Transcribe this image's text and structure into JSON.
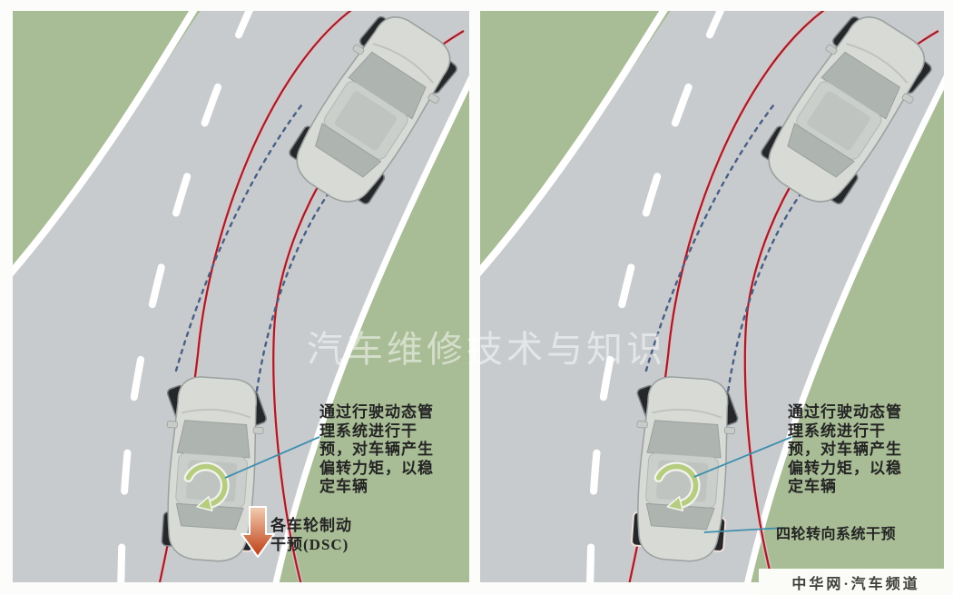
{
  "colors": {
    "grass": "#a8bc95",
    "road": "#c8cbce",
    "lane_white": "#ffffff",
    "actual_path_red": "#9e1f2e",
    "corrected_path_blue": "#4a5f85",
    "pointer_teal": "#3f8fae",
    "yaw_arrow_green": "#b6cd7f",
    "brake_wheel_red": "#c23131",
    "brake_arrow_light": "#f2cdb2",
    "brake_arrow_dark": "#bd3d12",
    "car_body": "#d8dad6",
    "tire_dark": "#26272a"
  },
  "panels": [
    {
      "name": "dsc-brake-intervention",
      "main_annotation": "通过行驶动态管\n理系统进行干\n预，对车辆产生\n偏转力矩，以稳\n定车辆",
      "label": "各车轮制动\n干预(DSC)"
    },
    {
      "name": "four-wheel-steering-intervention",
      "main_annotation": "通过行驶动态管\n理系统进行干\n预，对车辆产生\n偏转力矩，以稳\n定车辆",
      "label": "四轮转向系统干预"
    }
  ],
  "watermark": "汽车维修技术与知识",
  "credit": "中华网·汽车频道"
}
